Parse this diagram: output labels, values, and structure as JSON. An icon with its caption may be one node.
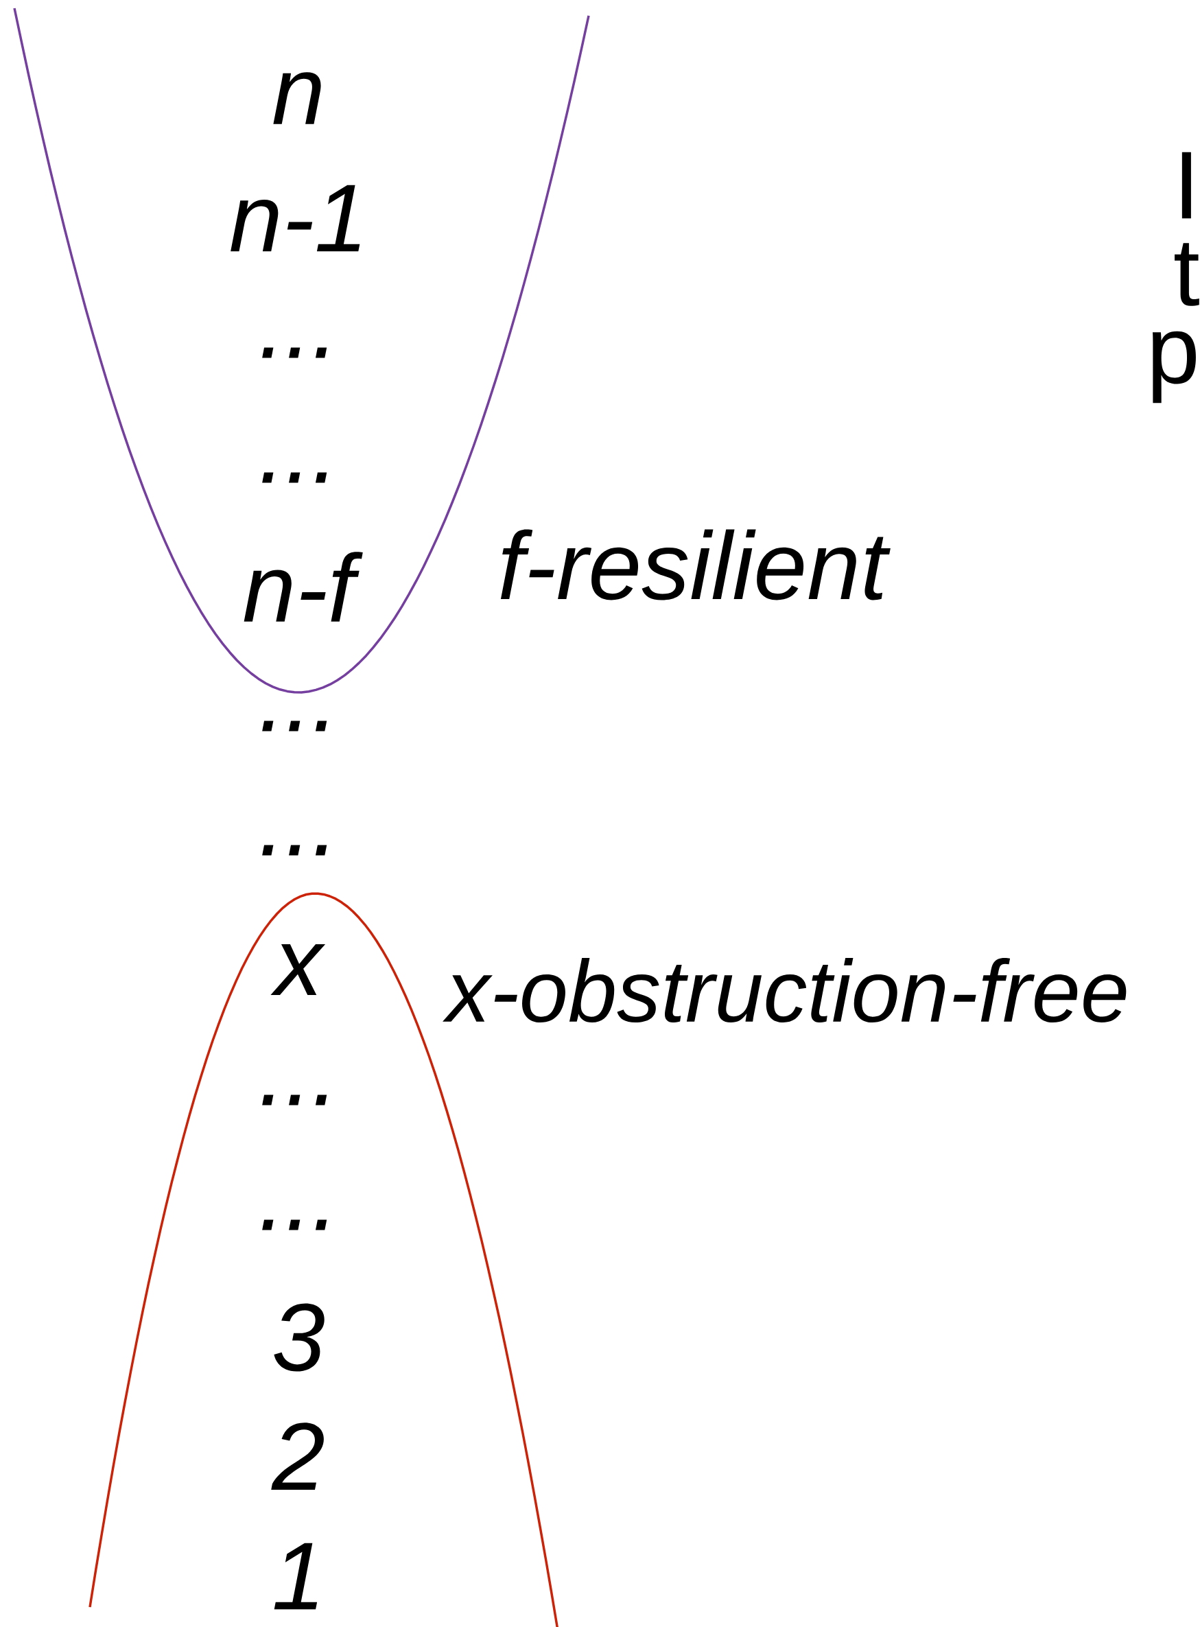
{
  "diagram": {
    "labels": [
      "n",
      "n-1",
      "...",
      "...",
      "n-f",
      "...",
      "...",
      "x",
      "...",
      "...",
      "3",
      "2",
      "1",
      "f-resilient",
      "x-obstruction-free",
      "I",
      "t",
      "p"
    ]
  }
}
